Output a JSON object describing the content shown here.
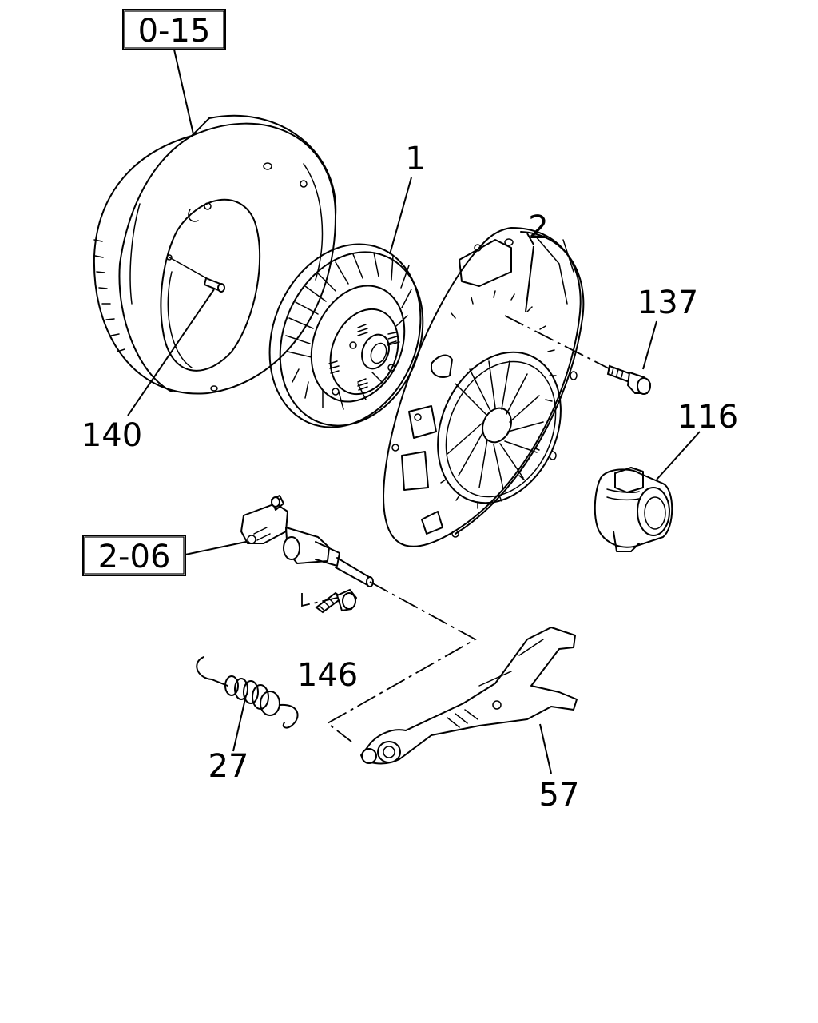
{
  "diagram": {
    "references": [
      {
        "id": "ref-0-15",
        "text": "0-15"
      },
      {
        "id": "ref-2-06",
        "text": "2-06"
      }
    ],
    "callouts": [
      {
        "id": "callout-1",
        "text": "1"
      },
      {
        "id": "callout-2",
        "text": "2"
      },
      {
        "id": "callout-137",
        "text": "137"
      },
      {
        "id": "callout-116",
        "text": "116"
      },
      {
        "id": "callout-140",
        "text": "140"
      },
      {
        "id": "callout-146",
        "text": "146"
      },
      {
        "id": "callout-27",
        "text": "27"
      },
      {
        "id": "callout-57",
        "text": "57"
      }
    ],
    "stroke_color": "#000000",
    "background_color": "#ffffff"
  }
}
